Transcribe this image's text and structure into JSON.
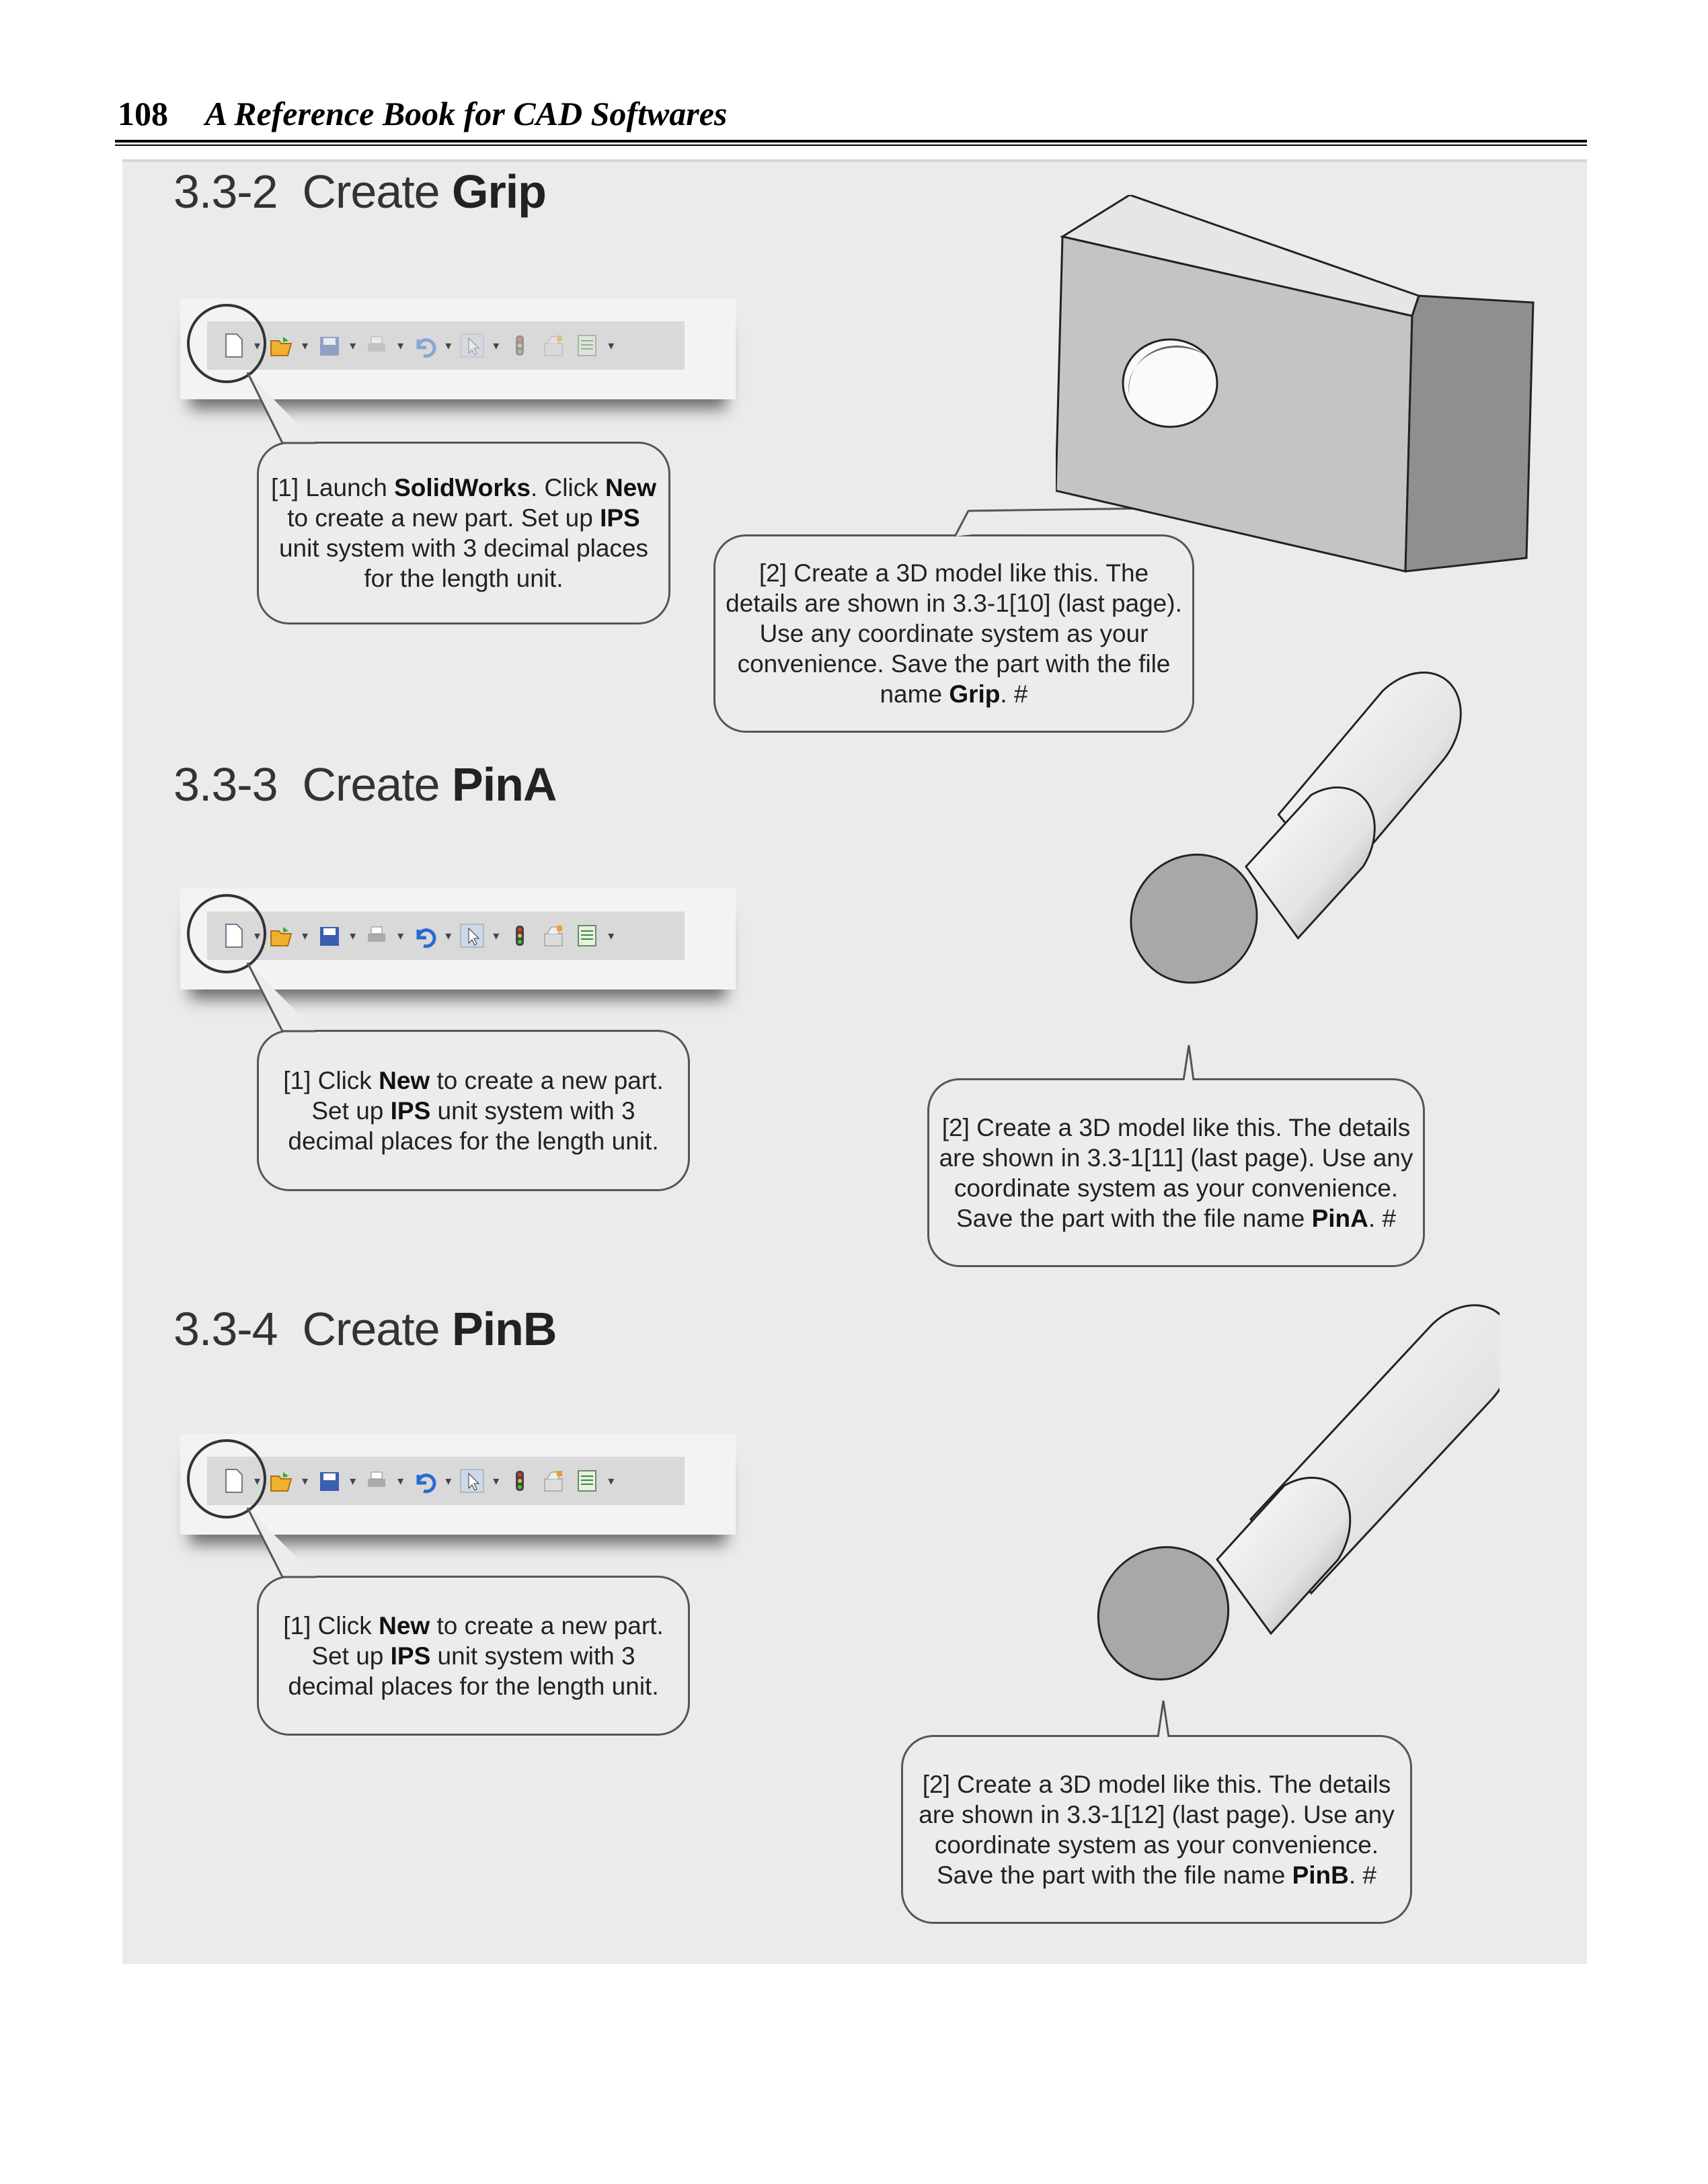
{
  "header": {
    "page_number": "108",
    "book_title": "A Reference Book for CAD Softwares"
  },
  "sections": [
    {
      "number": "3.3-2",
      "title_prefix": "Create",
      "title_name": "Grip",
      "step1": [
        {
          "t": "[1] Launch "
        },
        {
          "t": "SolidWorks",
          "b": true
        },
        {
          "t": ". Click "
        },
        {
          "t": "New",
          "b": true
        },
        {
          "t": " to create a new part. Set up "
        },
        {
          "t": "IPS",
          "b": true
        },
        {
          "t": " unit system with 3 decimal places for the length unit."
        }
      ],
      "step2": [
        {
          "t": "[2] Create a 3D model like this. The details are shown in 3.3-1[10] (last page). Use any coordinate system as your convenience. Save the part with the file name "
        },
        {
          "t": "Grip",
          "b": true
        },
        {
          "t": ". #"
        }
      ],
      "model": "grip-block"
    },
    {
      "number": "3.3-3",
      "title_prefix": "Create",
      "title_name": "PinA",
      "step1": [
        {
          "t": "[1] Click "
        },
        {
          "t": "New",
          "b": true
        },
        {
          "t": " to create a new part. Set up "
        },
        {
          "t": "IPS",
          "b": true
        },
        {
          "t": " unit system with 3 decimal places for the length unit."
        }
      ],
      "step2": [
        {
          "t": "[2] Create a 3D model like this. The details are shown in 3.3-1[11] (last page). Use any coordinate system as your convenience. Save the part with the file name "
        },
        {
          "t": "PinA",
          "b": true
        },
        {
          "t": ". #"
        }
      ],
      "model": "stepped-pin-short"
    },
    {
      "number": "3.3-4",
      "title_prefix": "Create",
      "title_name": "PinB",
      "step1": [
        {
          "t": "[1] Click "
        },
        {
          "t": "New",
          "b": true
        },
        {
          "t": " to create a new part. Set up "
        },
        {
          "t": "IPS",
          "b": true
        },
        {
          "t": " unit system with 3 decimal places for the length unit."
        }
      ],
      "step2": [
        {
          "t": "[2] Create a 3D model like this. The details are shown in 3.3-1[12] (last page). Use any coordinate system as your convenience. Save the part with the file name "
        },
        {
          "t": "PinB",
          "b": true
        },
        {
          "t": ". #"
        }
      ],
      "model": "stepped-pin-long"
    }
  ],
  "toolbar_icons": [
    "new-document-icon",
    "open-folder-icon",
    "save-icon",
    "print-icon",
    "undo-icon",
    "select-arrow-icon",
    "traffic-light-icon",
    "options-icon",
    "file-properties-icon"
  ]
}
